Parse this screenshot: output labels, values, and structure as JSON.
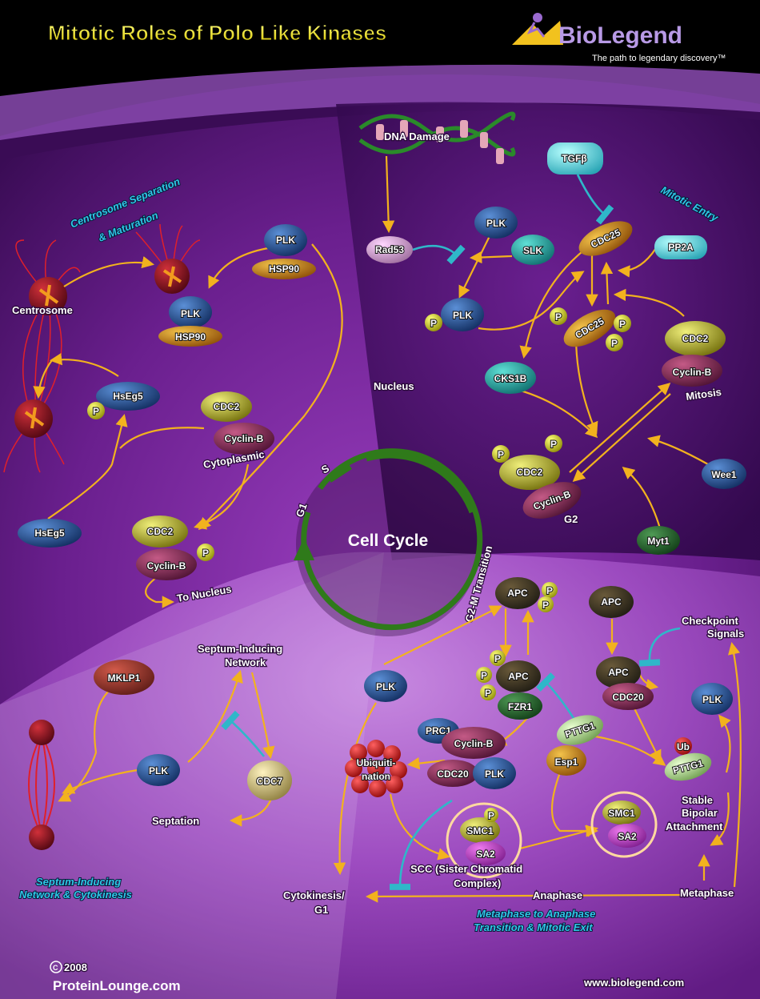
{
  "title": "Mitotic Roles of Polo Like Kinases",
  "brand": {
    "name": "BioLegend",
    "tagline": "The path to legendary discovery™"
  },
  "sections": {
    "centrosome": "Centrosome Separation & Maturation",
    "centrosome_1": "Centrosome Separation",
    "centrosome_2": "& Maturation",
    "mitotic_entry": "Mitotic Entry",
    "septum_1": "Septum-Inducing",
    "septum_2": "Network & Cytokinesis",
    "meta_1": "Metaphase to Anaphase",
    "meta_2": "Transition & Mitotic Exit"
  },
  "cycle": {
    "center": "Cell Cycle",
    "g1": "G1",
    "s": "S",
    "g2m": "G2-M Transition"
  },
  "nodes": {
    "plk": "PLK",
    "hsp90": "HSP90",
    "hseg5": "HsEg5",
    "cdc2": "CDC2",
    "cyclinb": "Cyclin-B",
    "p": "P",
    "rad53": "Rad53",
    "slk": "SLK",
    "tgfb": "TGFβ",
    "cdc25": "CDC25",
    "pp2a": "PP2A",
    "cks1b": "CKS1B",
    "wee1": "Wee1",
    "myt1": "Myt1",
    "apc": "APC",
    "cdc20": "CDC20",
    "fzr1": "FZR1",
    "prc1": "PRC1",
    "pttg1": "PTTG1",
    "esp1": "Esp1",
    "ub": "Ub",
    "smc1": "SMC1",
    "sa2": "SA2",
    "mklp1": "MKLP1",
    "cdc7": "CDC7",
    "ubiq_1": "Ubiquiti-",
    "ubiq_2": "nation"
  },
  "labels": {
    "centrosome": "Centrosome",
    "nucleus": "Nucleus",
    "dna_damage": "DNA Damage",
    "cytoplasmic": "Cytoplasmic",
    "to_nucleus": "To Nucleus",
    "mitosis": "Mitosis",
    "g2": "G2",
    "checkpoint_1": "Checkpoint",
    "checkpoint_2": "Signals",
    "stable_1": "Stable",
    "stable_2": "Bipolar",
    "stable_3": "Attachment",
    "sin_1": "Septum-Inducing",
    "sin_2": "Network",
    "septation": "Septation",
    "scc_1": "SCC (Sister Chromatid",
    "scc_2": "Complex)",
    "cyto_1": "Cytokinesis/",
    "cyto_2": "G1",
    "anaphase": "Anaphase",
    "metaphase": "Metaphase"
  },
  "footer": {
    "copyright": "2008",
    "site": "ProteinLounge.com",
    "biolegend_url": "www.biolegend.com"
  }
}
